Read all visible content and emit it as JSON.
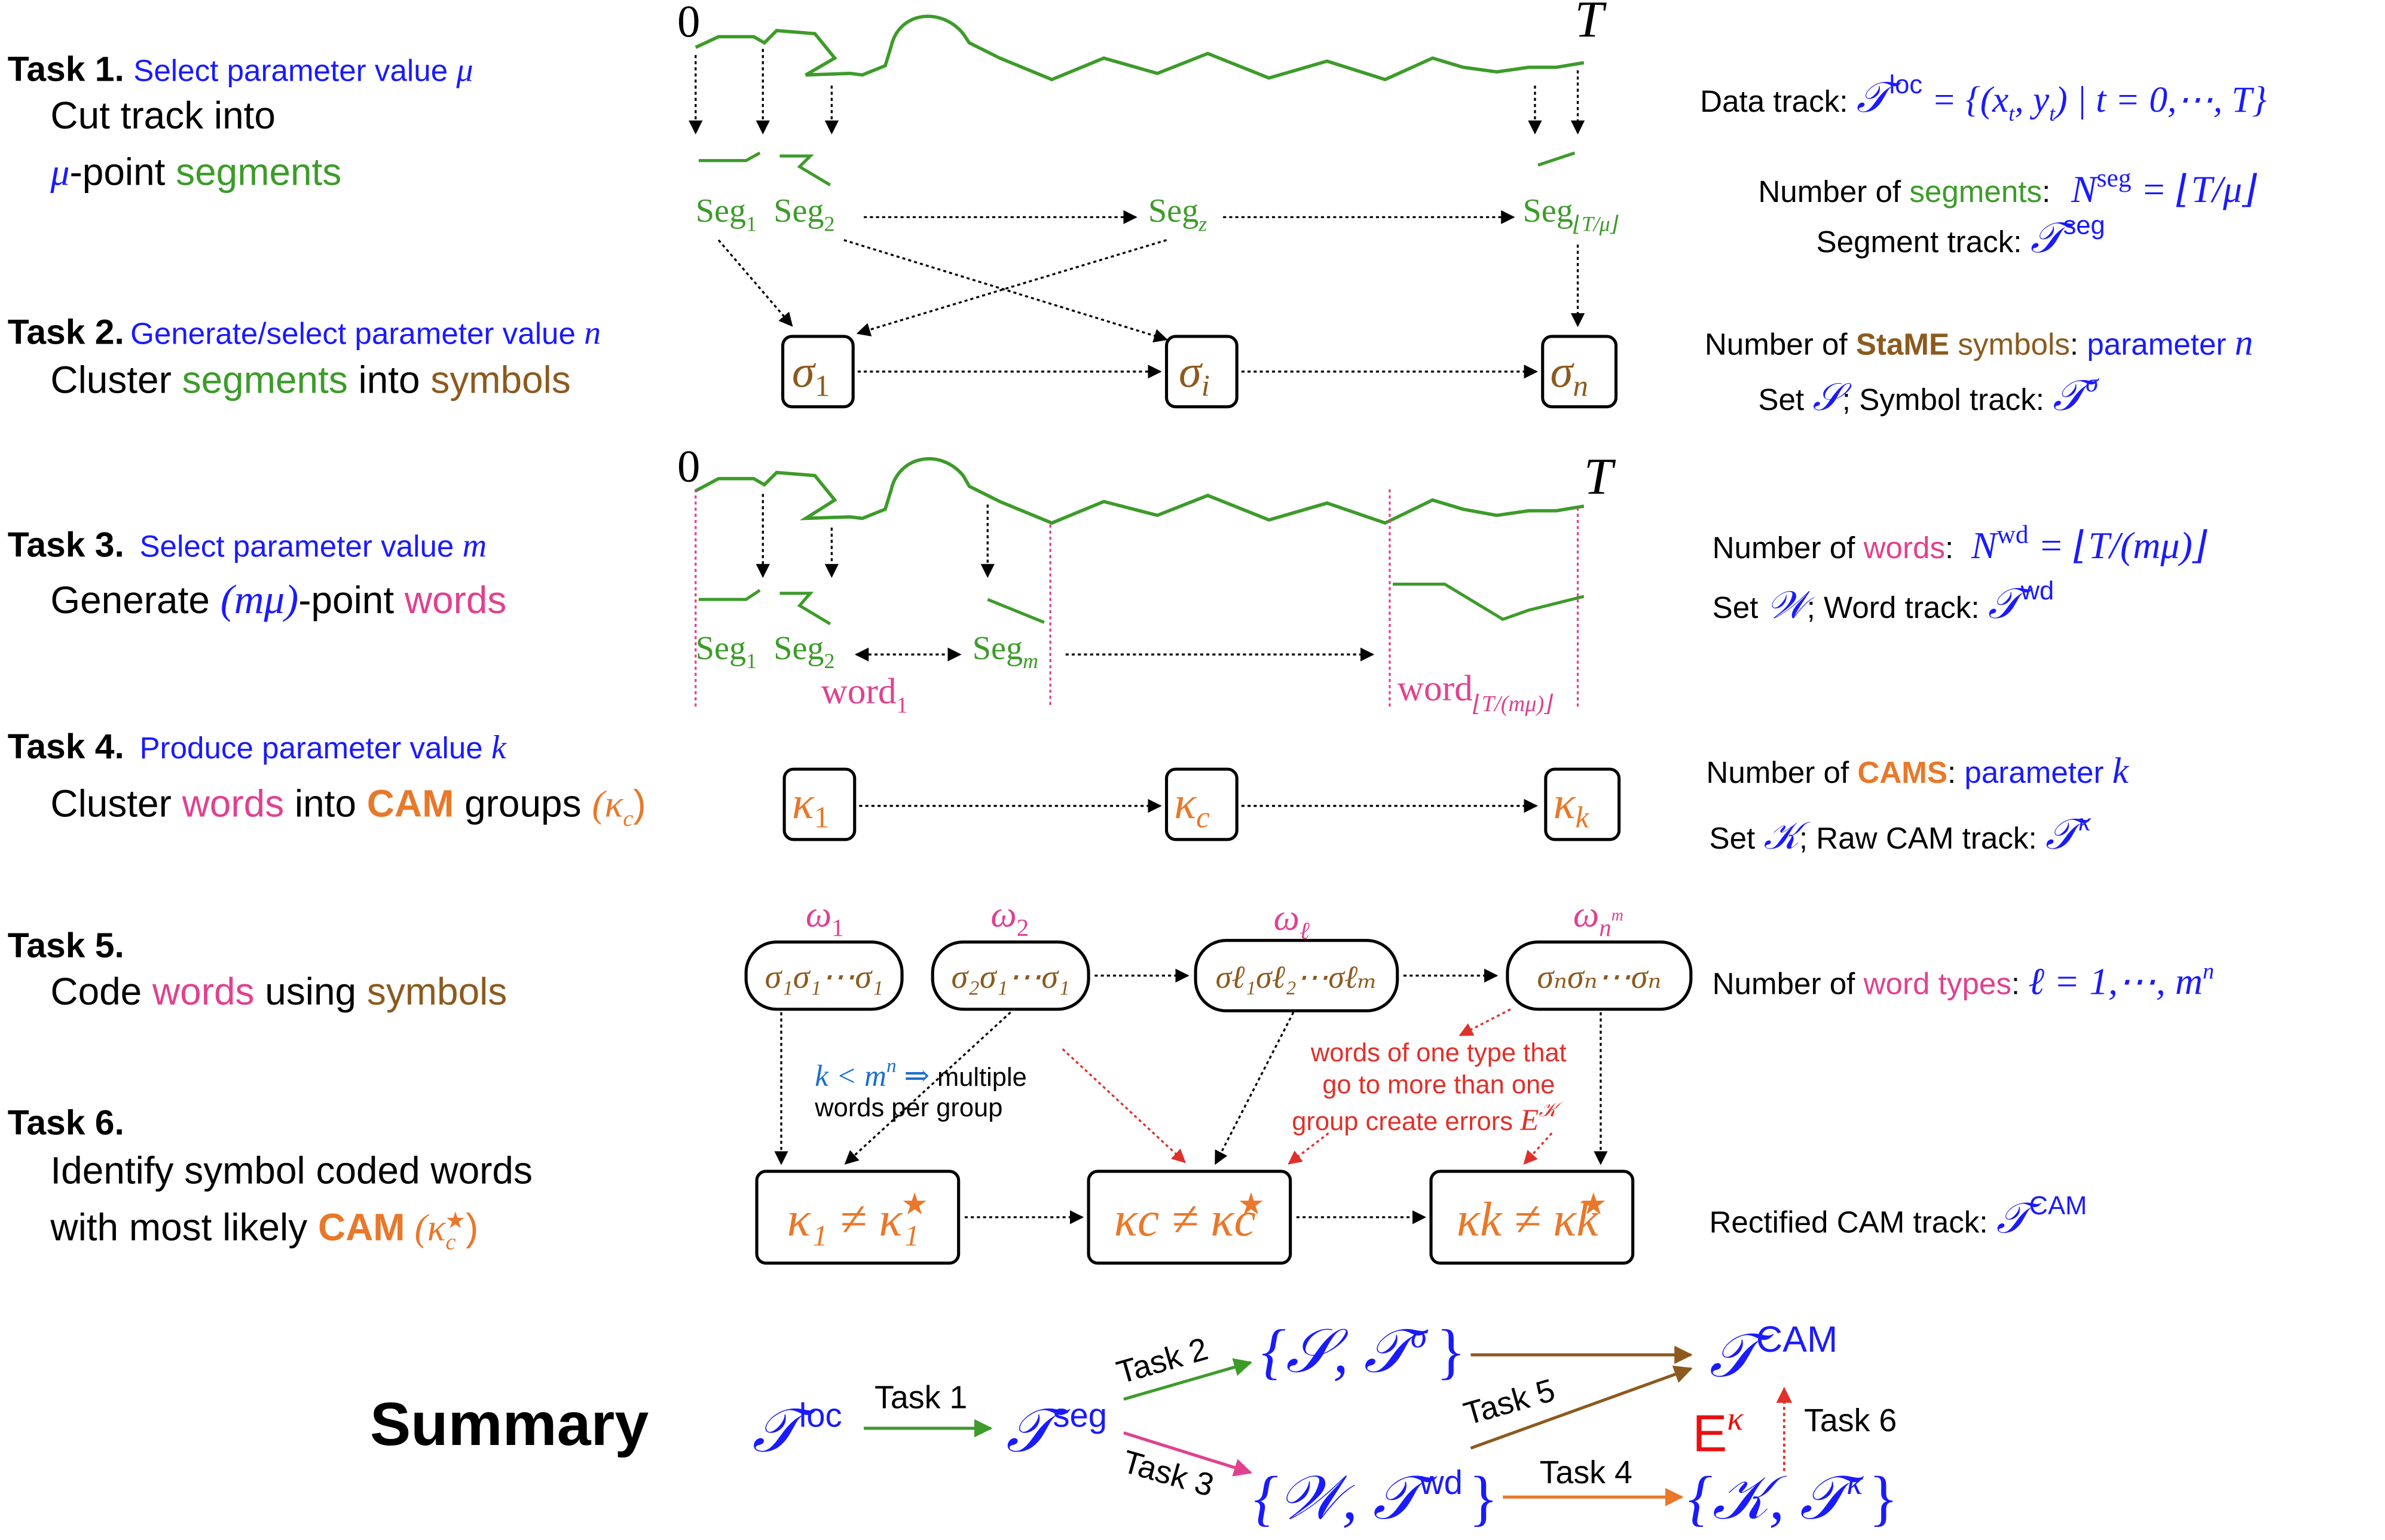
{
  "colors": {
    "blue": "#1a1aff",
    "green": "#3d9b2a",
    "brown": "#8c5a1e",
    "orange": "#e8782a",
    "pink": "#e0418f",
    "red": "#e0302a",
    "black": "#000000"
  },
  "track": {
    "start_label": "0",
    "end_label": "T"
  },
  "tasks": {
    "t1": {
      "head": "Task 1.",
      "param": "Select parameter value ",
      "param_sym": "μ",
      "line1": "Cut track into",
      "line2_a": "μ",
      "line2_b": "-point ",
      "line2_c": "segments"
    },
    "t2": {
      "head": "Task 2.",
      "param": "Generate/select parameter value ",
      "param_sym": "n",
      "line1_a": "Cluster ",
      "line1_b": "segments",
      "line1_c": " into ",
      "line1_d": "symbols"
    },
    "t3": {
      "head": "Task 3.",
      "param": "Select parameter value ",
      "param_sym": "m",
      "line1_a": "Generate ",
      "line1_b": "(mμ)",
      "line1_c": "-point ",
      "line1_d": "words"
    },
    "t4": {
      "head": "Task 4.",
      "param": "Produce parameter value ",
      "param_sym": "k",
      "line1_a": "Cluster ",
      "line1_b": "words",
      "line1_c": " into ",
      "line1_d": "CAM",
      "line1_e": " groups ",
      "line1_f": "(κ",
      "line1_g": "c",
      "line1_h": ")"
    },
    "t5": {
      "head": "Task 5.",
      "line1_a": "Code ",
      "line1_b": "words",
      "line1_c": " using ",
      "line1_d": "symbols"
    },
    "t6": {
      "head": "Task 6.",
      "line1": "Identify symbol coded words",
      "line2_a": "with most likely ",
      "line2_b": "CAM",
      "line2_c": " (κ",
      "line2_d": "c",
      "line2_e": "★",
      "line2_f": ")"
    }
  },
  "segments": {
    "seg1": "Seg",
    "seg1_sub": "1",
    "seg2": "Seg",
    "seg2_sub": "2",
    "segz": "Seg",
    "segz_sub": "z",
    "seglast": "Seg",
    "seglast_sub": "⌊T/μ⌋",
    "segm": "Seg",
    "segm_sub": "m"
  },
  "words": {
    "w1": "word",
    "w1_sub": "1",
    "wlast": "word",
    "wlast_sub": "⌊T/(mμ)⌋"
  },
  "symbols": {
    "s1": "σ",
    "s1_sub": "1",
    "si": "σ",
    "si_sub": "i",
    "sn": "σ",
    "sn_sub": "n"
  },
  "cams": {
    "k1": "κ",
    "k1_sub": "1",
    "kc": "κ",
    "kc_sub": "c",
    "kk": "κ",
    "kk_sub": "k"
  },
  "word_types": {
    "o1": "ω",
    "o1_sub": "1",
    "o2": "ω",
    "o2_sub": "2",
    "ol": "ω",
    "ol_sub": "ℓ",
    "on": "ω",
    "on_sub": "n",
    "on_sup": "m",
    "box1": "σ₁σ₁⋯σ₁",
    "box2": "σ₂σ₁⋯σ₁",
    "box3": "σℓ₁σℓ₂⋯σℓₘ",
    "box4": "σₙσₙ⋯σₙ"
  },
  "rectified": {
    "r1": "κ₁ ≠ κ₁",
    "r1_star": "★",
    "rc": "κc ≠ κc",
    "rc_star": "★",
    "rk": "κk ≠ κk",
    "rk_star": "★"
  },
  "notes": {
    "multi_a": "k < m",
    "multi_sup": "n",
    "multi_b": " ⇒ ",
    "multi_c": " multiple",
    "multi_d": "words per group",
    "err1": "words of one type that",
    "err2": "go to more than one",
    "err3": "group create errors ",
    "err_sym": "E",
    "err_sup": "𝒦"
  },
  "right": {
    "data_track_label": "Data track: ",
    "data_track_sym": "𝒯",
    "data_track_sup": "loc",
    "data_track_eq": " = {(x",
    "data_track_eq2": ", y",
    "data_track_eq3": ") | t = 0,⋯, T}",
    "nseg_a": "Number of ",
    "nseg_b": "segments",
    "nseg_c": ": ",
    "nseg_sym": "N",
    "nseg_sup": "seg",
    "nseg_eq": " = ⌊T/μ⌋",
    "segtrack_label": "Segment track: ",
    "segtrack_sym": "𝒯",
    "segtrack_sup": "seg",
    "nsym_a": "Number of ",
    "nsym_b": "StaME",
    "nsym_c": " symbols",
    "nsym_d": ":  ",
    "nsym_e": "parameter ",
    "nsym_f": "n",
    "symset_a": "Set ",
    "symset_b": "𝒮",
    "symset_c": ";  Symbol track: ",
    "symset_d": "𝒯",
    "symset_e": "σ",
    "nwd_a": "Number of ",
    "nwd_b": "words",
    "nwd_c": ": ",
    "nwd_sym": "N",
    "nwd_sup": "wd",
    "nwd_eq": " = ⌊T/(mμ)⌋",
    "wset_a": "Set ",
    "wset_b": "𝒲",
    "wset_c": ";  Word track: ",
    "wset_d": "𝒯",
    "wset_e": "wd",
    "ncam_a": "Number of ",
    "ncam_b": "CAMS",
    "ncam_c": ":  ",
    "ncam_d": "parameter ",
    "ncam_e": "k",
    "kset_a": "Set ",
    "kset_b": "𝒦",
    "kset_c": ";  Raw CAM track: ",
    "kset_d": "𝒯",
    "kset_e": "κ",
    "nwt_a": "Number of ",
    "nwt_b": "word types",
    "nwt_c": ":  ",
    "nwt_eq": "ℓ = 1,⋯, m",
    "nwt_sup": "n",
    "rect_a": "Rectified CAM track:  ",
    "rect_sym": "𝒯",
    "rect_sup": "CAM"
  },
  "summary": {
    "title": "Summary",
    "tloc": "𝒯",
    "tloc_sup": "loc",
    "tseg": "𝒯",
    "tseg_sup": "seg",
    "ssig": "{𝒮, 𝒯",
    "ssig_sup": "σ",
    "ssig_end": "}",
    "wwd": "{𝒲, 𝒯",
    "wwd_sup": "wd",
    "wwd_end": "}",
    "kk": "{𝒦, 𝒯",
    "kk_sup": "κ",
    "kk_end": "}",
    "tcam": "𝒯",
    "tcam_sup": "CAM",
    "ek": "E",
    "ek_sup": "κ",
    "task1": "Task 1",
    "task2": "Task 2",
    "task3": "Task 3",
    "task4": "Task 4",
    "task5": "Task 5",
    "task6": "Task 6"
  }
}
